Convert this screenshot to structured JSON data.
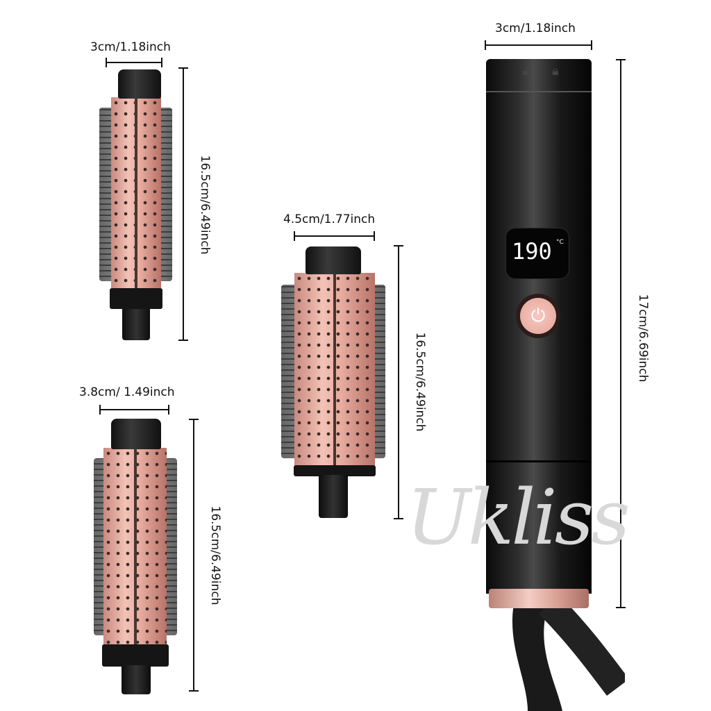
{
  "brush_small": {
    "width_label": "3cm/1.18inch",
    "length_label": "16.5cm/6.49inch"
  },
  "brush_large": {
    "width_label": "4.5cm/1.77inch",
    "length_label": "16.5cm/6.49inch"
  },
  "brush_medium": {
    "width_label": "3.8cm/ 1.49inch",
    "length_label": "16.5cm/6.49inch"
  },
  "dryer": {
    "width_label": "3cm/1.18inch",
    "length_label": "17cm/6.69inch",
    "display_value": "190",
    "display_unit": "°C",
    "icons": [
      "unlock-icon",
      "lock-icon",
      "power-icon"
    ]
  },
  "watermark": "Ukliss",
  "colors": {
    "rose_gold": "#e9aea2",
    "body": "#111111"
  }
}
